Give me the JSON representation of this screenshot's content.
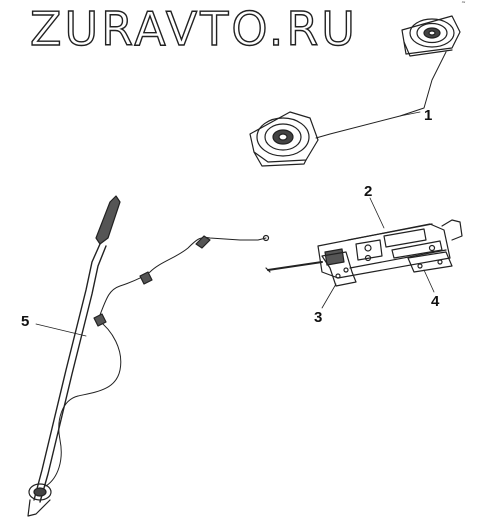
{
  "watermark": {
    "text": "ZURAVTO.RU"
  },
  "corner_mark": {
    "text": "˜"
  },
  "callouts": [
    {
      "id": "1",
      "label": "1"
    },
    {
      "id": "2",
      "label": "2"
    },
    {
      "id": "3",
      "label": "3"
    },
    {
      "id": "4",
      "label": "4"
    },
    {
      "id": "5",
      "label": "5"
    }
  ],
  "parts": [
    {
      "number": "1",
      "name": "speaker-pair"
    },
    {
      "number": "2",
      "name": "radio-head-unit"
    },
    {
      "number": "3",
      "name": "left-mounting-bracket"
    },
    {
      "number": "4",
      "name": "right-mounting-bracket"
    },
    {
      "number": "5",
      "name": "antenna-with-cable"
    }
  ],
  "colors": {
    "line": "#222222",
    "background": "#ffffff",
    "watermark_fill": "#ffffff"
  }
}
